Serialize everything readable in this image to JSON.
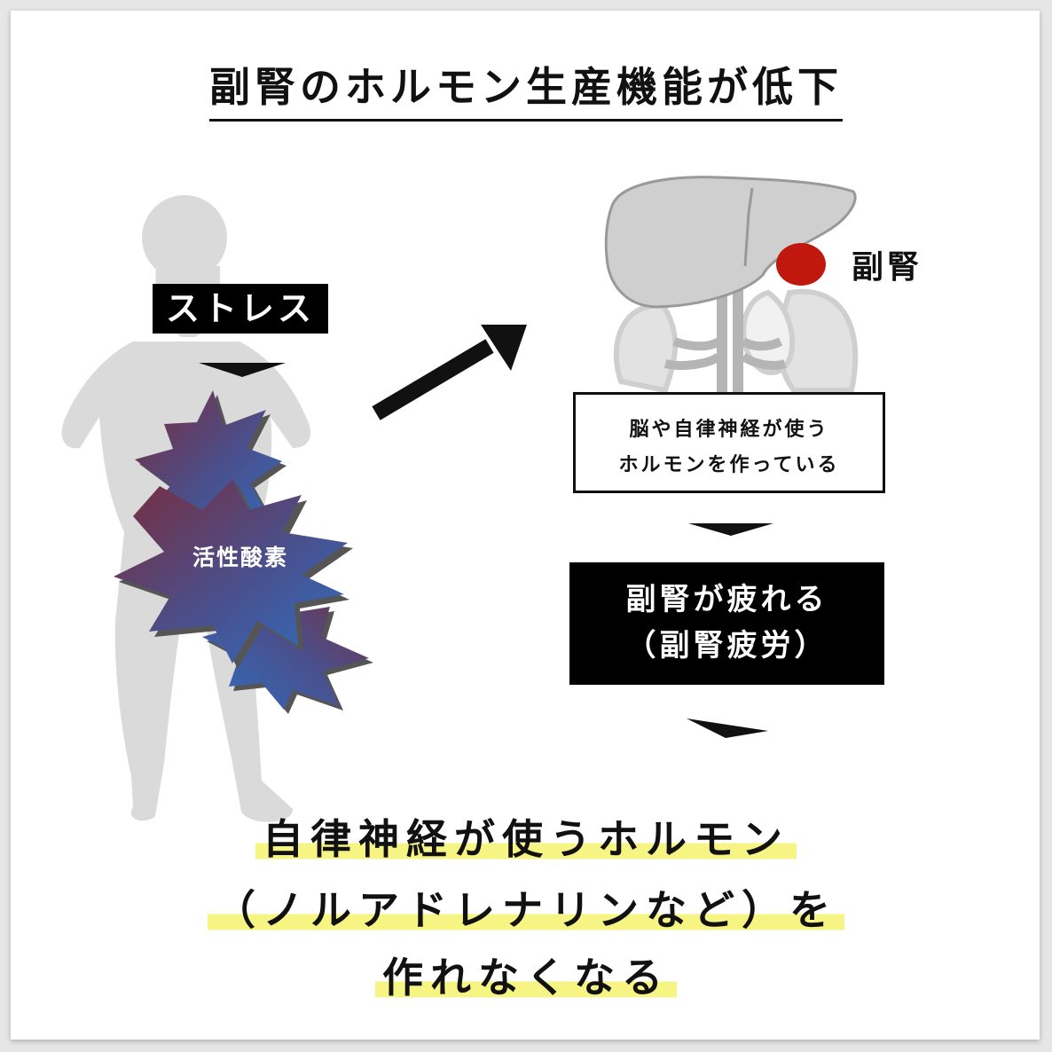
{
  "title": "副腎のホルモン生産機能が低下",
  "stress_label": "ストレス",
  "ros_label": "活性酸素",
  "adrenal_label": "副腎",
  "info_box": {
    "line1": "脳や自律神経が使う",
    "line2": "ホルモンを作っている"
  },
  "fatigue_box": {
    "line1": "副腎が疲れる",
    "line2": "（副腎疲労）"
  },
  "conclusion": {
    "line1": "自律神経が使うホルモン",
    "line2": "（ノルアドレナリンなど）を",
    "line3": "作れなくなる"
  },
  "colors": {
    "silhouette": "#d8d8d8",
    "highlight": "#f6f483",
    "adrenal": "#c0180c",
    "burst_dark": "#7a2c3c",
    "burst_light": "#2f6fc0"
  }
}
